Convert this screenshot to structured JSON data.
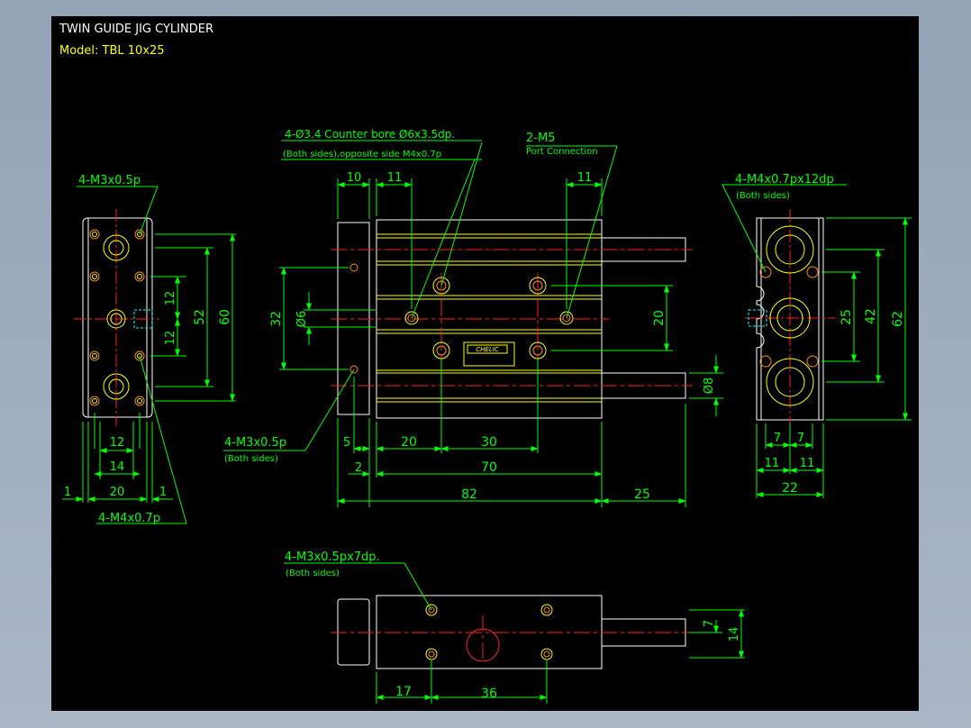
{
  "title": {
    "line1": "TWIN GUIDE JIG CYLINDER",
    "line2": "Model:  TBL 10x25"
  },
  "colors": {
    "background": "#000000",
    "outline": "#ffffff",
    "yellow": "#ffff00",
    "green": "#00ff00",
    "red": "#ff2020",
    "orange": "#ff8c00",
    "cyan": "#00ffff"
  },
  "callouts": {
    "left_top": "4-M3x0.5p",
    "left_bottom": "4-M4x0.7p",
    "mid_holes_1": "4-Ø3.4  Counter bore  Ø6x3.5dp.",
    "mid_holes_2": "(Both sides),opposite side  M4x0.7p",
    "port_1": "2-M5",
    "port_2": "Port Connection",
    "mid_bottom_1": "4-M3x0.5p",
    "mid_bottom_2": "(Both sides)",
    "right_1": "4-M4x0.7px12dp",
    "right_2": "(Both sides)",
    "bottom_1": "4-M3x0.5px7dp.",
    "bottom_2": "(Both sides)"
  },
  "dims": {
    "l12a": "12",
    "l12b": "12",
    "l52": "52",
    "l60": "60",
    "l12h": "12",
    "l14": "14",
    "l20": "20",
    "l1a": "1",
    "l1b": "1",
    "m10": "10",
    "m11a": "11",
    "m11b": "11",
    "m32": "32",
    "m6": "Ø6",
    "m20v": "20",
    "m8": "Ø8",
    "m5": "5",
    "m20": "20",
    "m30": "30",
    "m2": "2",
    "m70": "70",
    "m82": "82",
    "m25": "25",
    "r25": "25",
    "r42": "42",
    "r62": "62",
    "r7a": "7",
    "r7b": "7",
    "r11a": "11",
    "r11b": "11",
    "r22": "22",
    "b7": "7",
    "b14": "14",
    "b17": "17",
    "b36": "36"
  },
  "brand": {
    "name": "CHELIC"
  }
}
